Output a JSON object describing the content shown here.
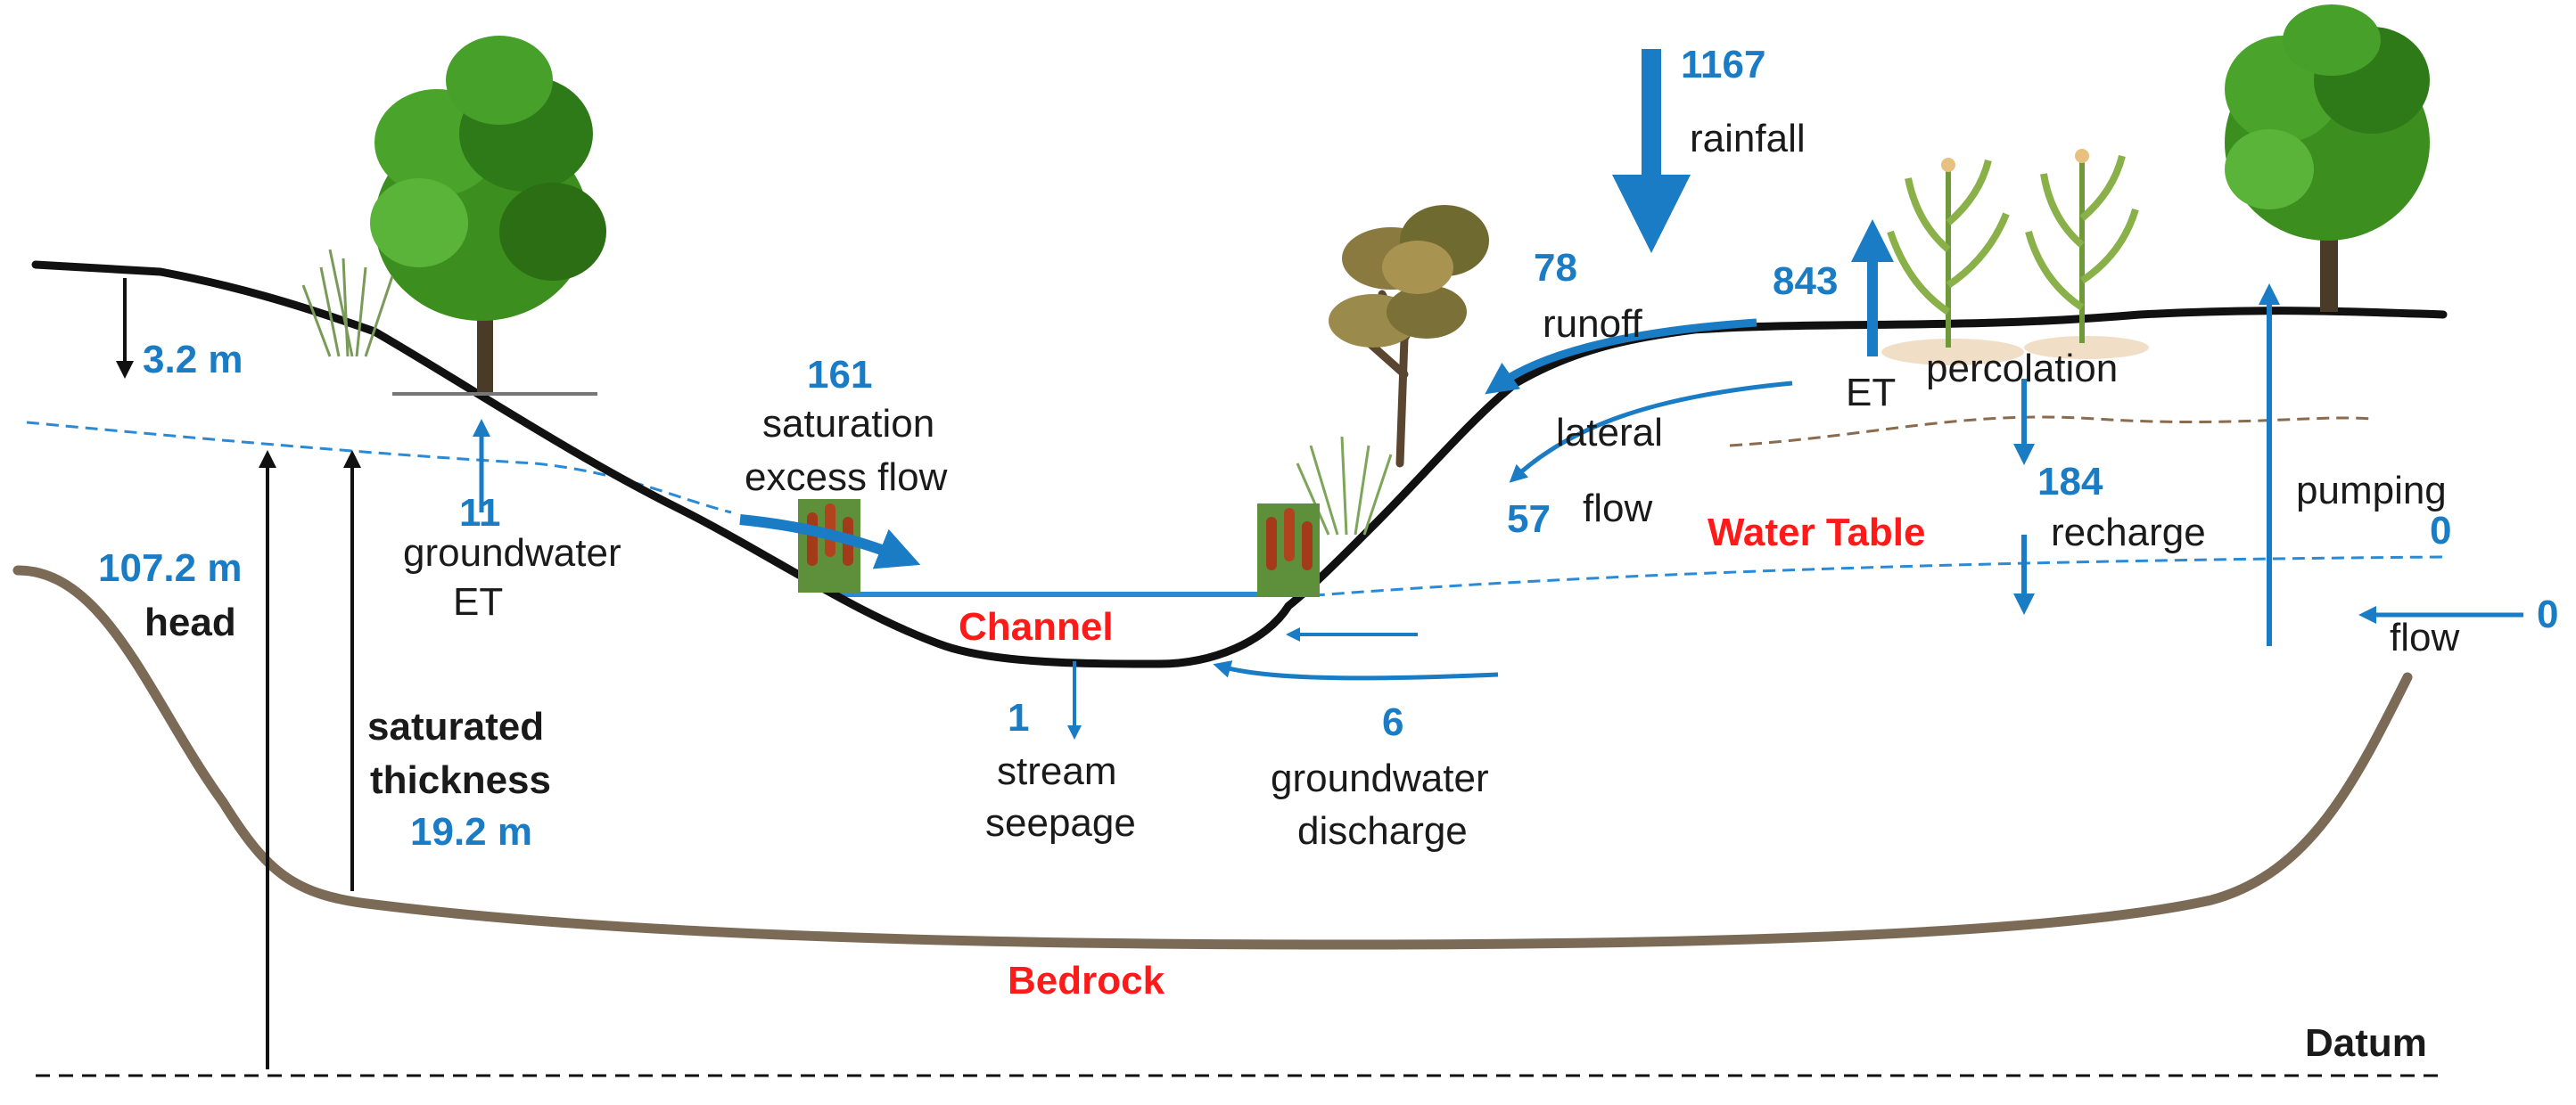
{
  "colors": {
    "flow_blue": "#1a7cc4",
    "value_blue": "#1a7cc4",
    "label_red": "#ff1a1a",
    "ground_black": "#111111",
    "bedrock_brown": "#7a6a56",
    "soil_dash_brown": "#8b6b4e",
    "water_table_blue": "#2a8ad6",
    "text_dark": "#1a1a1a"
  },
  "labels": {
    "rainfall_value": "1167",
    "rainfall": "rainfall",
    "runoff_value": "78",
    "runoff": "runoff",
    "et_value": "843",
    "et": "ET",
    "percolation": "percolation",
    "lateral_value": "57",
    "lateral_1": "lateral",
    "lateral_2": "flow",
    "recharge_value": "184",
    "recharge": "recharge",
    "pumping": "pumping",
    "pumping_value": "0",
    "flow_value": "0",
    "flow": "flow",
    "water_table": "Water Table",
    "depth_value": "3.2 m",
    "gw_et_value": "11",
    "gw_et_1": "groundwater",
    "gw_et_2": "ET",
    "sat_excess_value": "161",
    "sat_excess_1": "saturation",
    "sat_excess_2": "excess flow",
    "head_value": "107.2 m",
    "head": "head",
    "sat_thick_1": "saturated",
    "sat_thick_2": "thickness",
    "sat_thick_value": "19.2 m",
    "channel": "Channel",
    "seepage_value": "1",
    "seepage_1": "stream",
    "seepage_2": "seepage",
    "gw_discharge_value": "6",
    "gw_discharge_1": "groundwater",
    "gw_discharge_2": "discharge",
    "bedrock": "Bedrock",
    "datum": "Datum"
  },
  "icons": [
    "deciduous-tree-icon",
    "shrub-tree-icon",
    "corn-plant-icon",
    "reed-plant-icon",
    "grass-tuft-icon"
  ]
}
